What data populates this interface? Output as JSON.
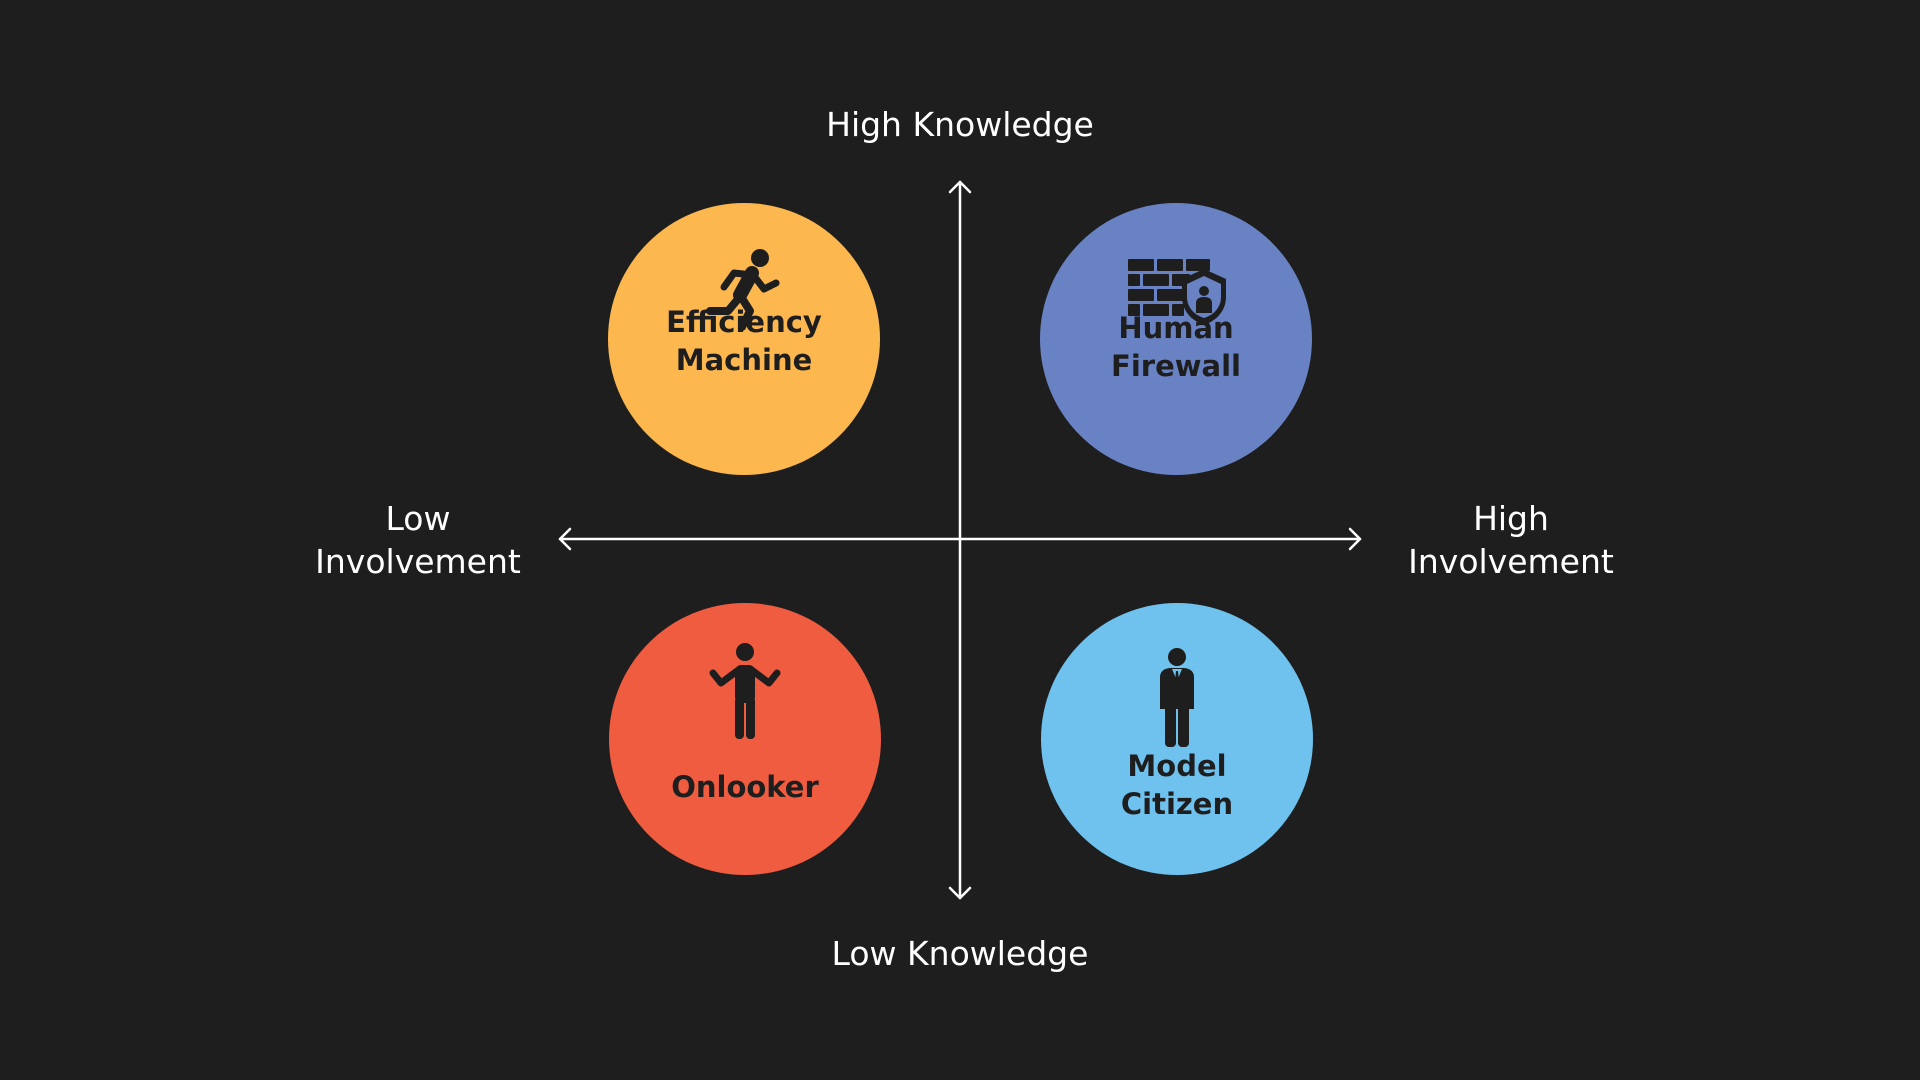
{
  "axes": {
    "top_label": "High Knowledge",
    "bottom_label": "Low Knowledge",
    "left_label_line1": "Low",
    "left_label_line2": "Involvement",
    "right_label_line1": "High",
    "right_label_line2": "Involvement",
    "line_color": "#ffffff"
  },
  "quadrants": [
    {
      "position": "top-left",
      "label_line1": "Efficiency",
      "label_line2": "Machine",
      "color": "#fdb74f",
      "icon": "running-person-icon"
    },
    {
      "position": "top-right",
      "label_line1": "Human",
      "label_line2": "Firewall",
      "color": "#6882c4",
      "icon": "firewall-shield-icon"
    },
    {
      "position": "bottom-left",
      "label_line1": "Onlooker",
      "label_line2": "",
      "color": "#f05c40",
      "icon": "shrugging-person-icon"
    },
    {
      "position": "bottom-right",
      "label_line1": "Model",
      "label_line2": "Citizen",
      "color": "#70c2ee",
      "icon": "businessman-icon"
    }
  ],
  "background": "#1e1e1e"
}
